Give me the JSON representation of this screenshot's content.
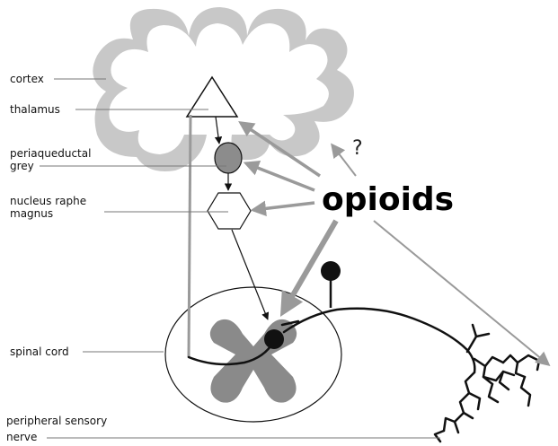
{
  "labels": {
    "cortex": "cortex",
    "thalamus": "thalamus",
    "pag_line1": "periaqueductal",
    "pag_line2": "grey",
    "nrm_line1": "nucleus raphe",
    "nrm_line2": "magnus",
    "spinal_cord": "spinal cord",
    "psn_line1": "peripheral sensory",
    "psn_line2": "nerve"
  },
  "center": {
    "opioids": "opioids",
    "question_mark": "?"
  },
  "colors": {
    "cortex_fill": "#c8c8c8",
    "grey_matter_fill": "#8a8a8a",
    "pag_fill": "#8c8c8c",
    "arrow_grey": "#9a9a9a",
    "neuron_black": "#111111"
  }
}
